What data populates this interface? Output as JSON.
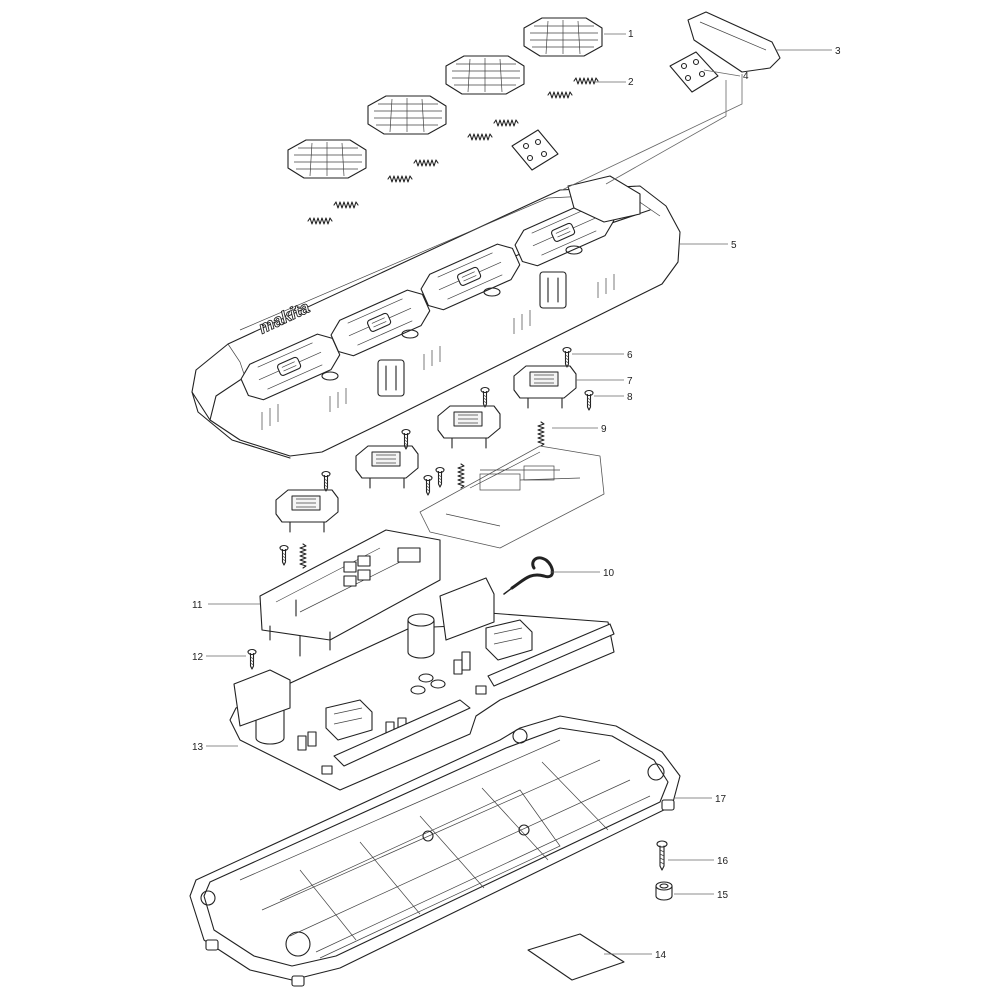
{
  "diagram": {
    "brand_logo_text": "makita",
    "callouts": [
      {
        "id": "p1",
        "label": "1"
      },
      {
        "id": "p2",
        "label": "2"
      },
      {
        "id": "p3",
        "label": "3"
      },
      {
        "id": "p4",
        "label": "4"
      },
      {
        "id": "p5",
        "label": "5"
      },
      {
        "id": "p6",
        "label": "6"
      },
      {
        "id": "p7",
        "label": "7"
      },
      {
        "id": "p8",
        "label": "8"
      },
      {
        "id": "p9",
        "label": "9"
      },
      {
        "id": "p10",
        "label": "10"
      },
      {
        "id": "p11",
        "label": "11"
      },
      {
        "id": "p12",
        "label": "12"
      },
      {
        "id": "p13",
        "label": "13"
      },
      {
        "id": "p14",
        "label": "14"
      },
      {
        "id": "p15",
        "label": "15"
      },
      {
        "id": "p16",
        "label": "16"
      },
      {
        "id": "p17",
        "label": "17"
      }
    ]
  }
}
